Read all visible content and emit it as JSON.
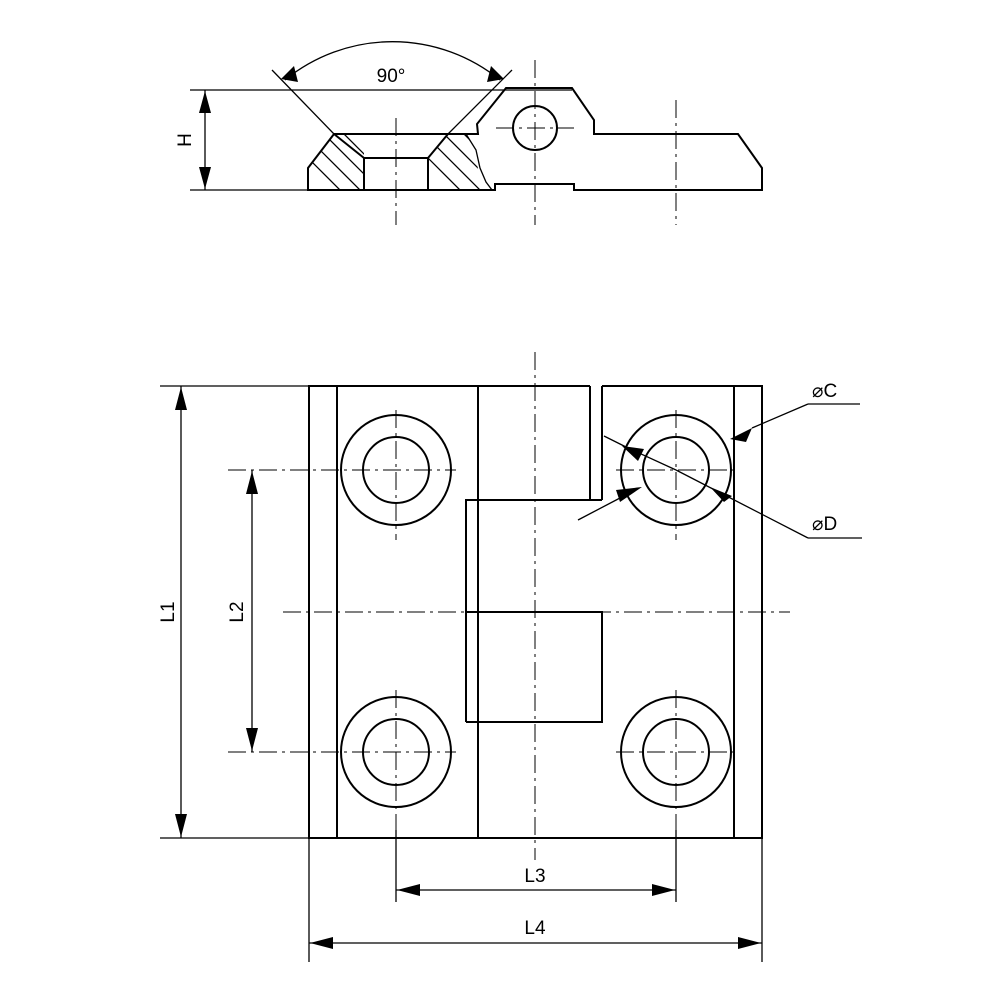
{
  "labels": {
    "angle": "90°",
    "height": "H",
    "length_l1": "L1",
    "length_l2": "L2",
    "length_l3": "L3",
    "length_l4": "L4",
    "diameter_c": "⌀C",
    "diameter_d": "⌀D"
  }
}
